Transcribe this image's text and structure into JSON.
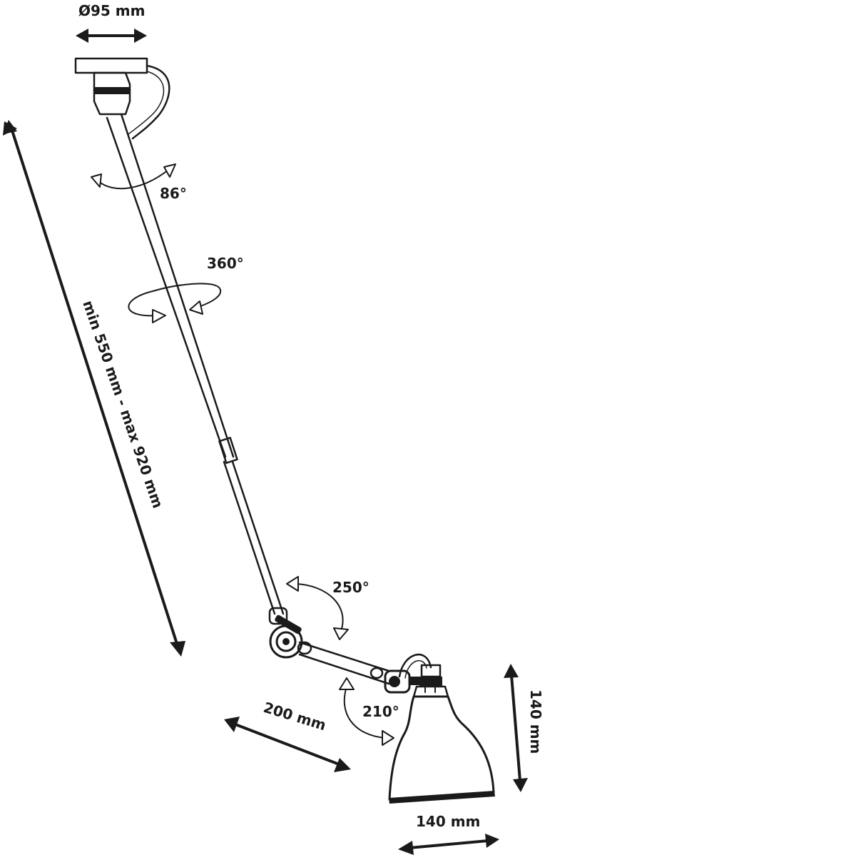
{
  "dimensions": {
    "base_diameter": "Ø95 mm",
    "arm_length": "min 550 mm - max 920 mm",
    "short_arm": "200 mm",
    "shade_height": "140 mm",
    "shade_width": "140 mm"
  },
  "rotations": {
    "top_joint": "86°",
    "arm_axis": "360°",
    "elbow": "250°",
    "shade_joint": "210°"
  },
  "colors": {
    "line": "#1a1a1a",
    "background": "#ffffff"
  }
}
